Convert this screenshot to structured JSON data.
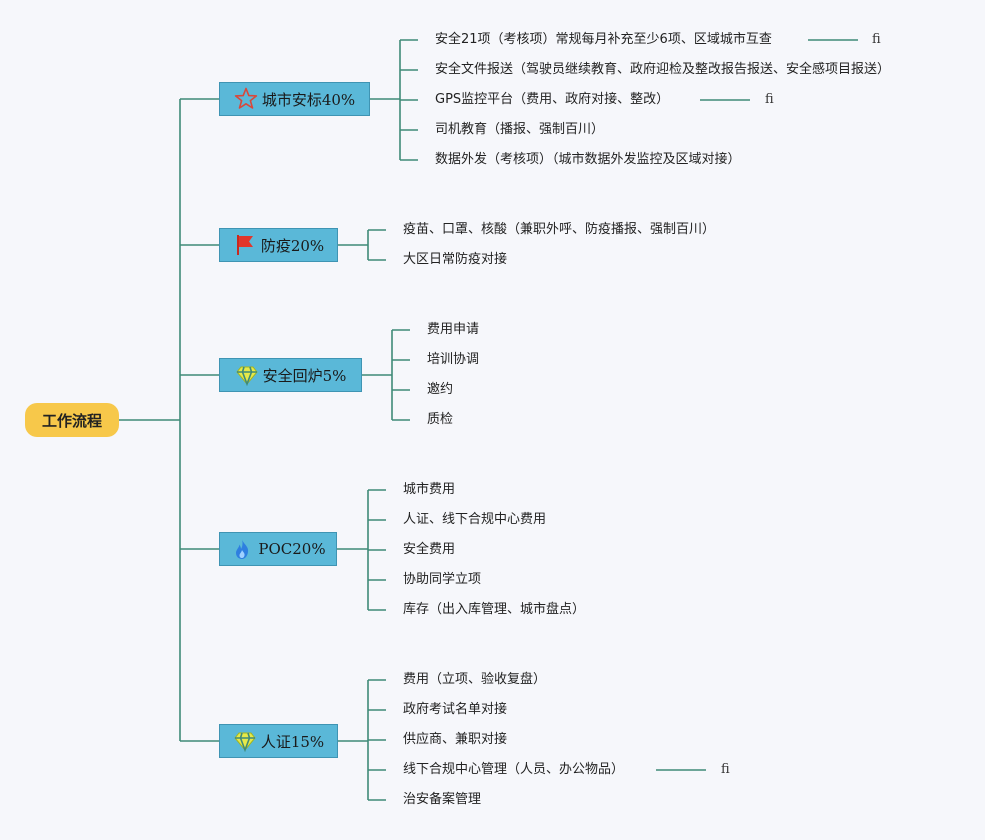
{
  "root": {
    "label": "工作流程"
  },
  "colors": {
    "line": "#3f8a78",
    "root": "#f7c84a",
    "branch": "#5ab8d8"
  },
  "branches": [
    {
      "label": "城市安标40%",
      "icon": "star-icon",
      "children": [
        {
          "label": "安全21项（考核项）常规每月补充至少6项、区域城市互查",
          "note": "fi"
        },
        {
          "label": "安全文件报送（驾驶员继续教育、政府迎检及整改报告报送、安全感项目报送）"
        },
        {
          "label": "GPS监控平台（费用、政府对接、整改）",
          "note": "fi"
        },
        {
          "label": "司机教育（播报、强制百川）"
        },
        {
          "label": "数据外发（考核项）（城市数据外发监控及区域对接）"
        }
      ]
    },
    {
      "label": "防疫20%",
      "icon": "red-flag-icon",
      "children": [
        {
          "label": "疫苗、口罩、核酸（兼职外呼、防疫播报、强制百川）"
        },
        {
          "label": "大区日常防疫对接"
        }
      ]
    },
    {
      "label": "安全回炉5%",
      "icon": "diamond-icon",
      "children": [
        {
          "label": "费用申请"
        },
        {
          "label": "培训协调"
        },
        {
          "label": "邀约"
        },
        {
          "label": "质检"
        }
      ]
    },
    {
      "label": "POC20%",
      "icon": "fire-icon",
      "children": [
        {
          "label": "城市费用"
        },
        {
          "label": "人证、线下合规中心费用"
        },
        {
          "label": "安全费用"
        },
        {
          "label": "协助同学立项"
        },
        {
          "label": "库存（出入库管理、城市盘点）"
        }
      ]
    },
    {
      "label": "人证15%",
      "icon": "diamond-icon",
      "children": [
        {
          "label": "费用（立项、验收复盘）"
        },
        {
          "label": "政府考试名单对接"
        },
        {
          "label": "供应商、兼职对接"
        },
        {
          "label": "线下合规中心管理（人员、办公物品）",
          "note": "fi"
        },
        {
          "label": "治安备案管理"
        }
      ]
    }
  ]
}
